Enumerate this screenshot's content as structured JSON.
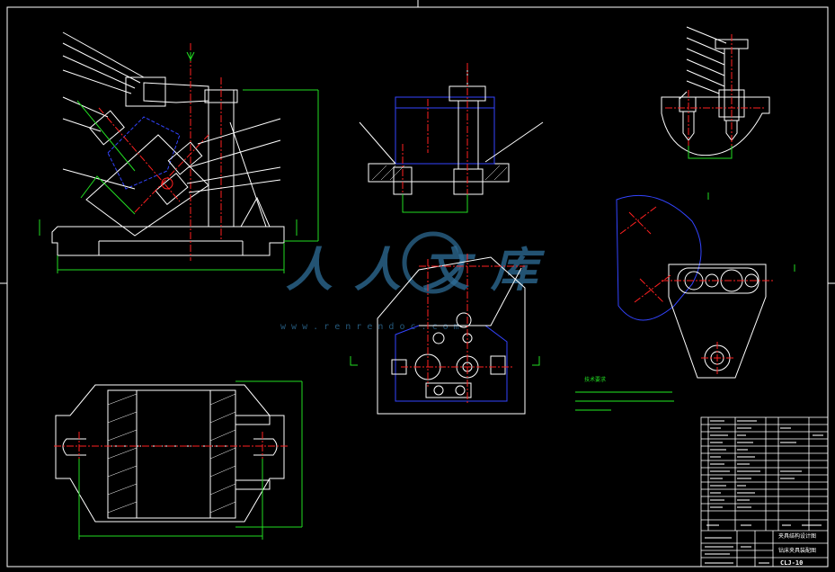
{
  "colors": {
    "background": "#000000",
    "outline": "#ffffff",
    "centerline": "#ff2020",
    "dimension": "#22dd22",
    "hidden": "#3344ff",
    "table": "#ffffff",
    "watermark": "#2f6f9a"
  },
  "watermark": {
    "text": "人人文库",
    "url": "w w w . r e n r e n d o c . c o m"
  },
  "drawing_number": "CLJ-10",
  "title_block": {
    "title_line1": "夹具结构设计图",
    "title_line2": "钻床夹具装配图",
    "drawing_number": "CLJ-10"
  },
  "technical_requirements": {
    "heading": "技术要求"
  }
}
